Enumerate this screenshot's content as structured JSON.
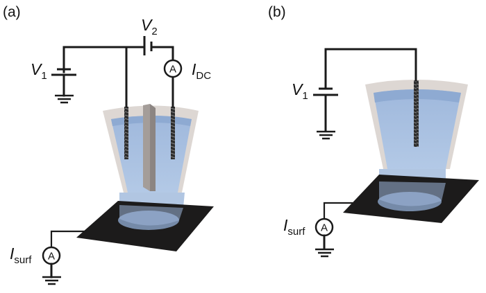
{
  "panels": [
    {
      "id": "a",
      "label": "(a)",
      "sources": [
        {
          "symbol": "V",
          "subscript": "1"
        },
        {
          "symbol": "V",
          "subscript": "2"
        }
      ],
      "meters": [
        {
          "symbol": "I",
          "subscript": "DC",
          "glyph": "A"
        },
        {
          "symbol": "I",
          "subscript": "surf",
          "glyph": "A"
        }
      ],
      "electrodes": 2,
      "septum": true
    },
    {
      "id": "b",
      "label": "(b)",
      "sources": [
        {
          "symbol": "V",
          "subscript": "1"
        }
      ],
      "meters": [
        {
          "symbol": "I",
          "subscript": "surf",
          "glyph": "A"
        }
      ],
      "electrodes": 1,
      "septum": false
    }
  ],
  "colors": {
    "wire": "#1a1a1a",
    "pipette_glass": "#d6d0cb",
    "solution": "#a9c0de",
    "solution_top": "#8faed6",
    "septum": "#9a9390",
    "substrate": "#1c1b1b",
    "electrode": "#3a3a3a"
  }
}
